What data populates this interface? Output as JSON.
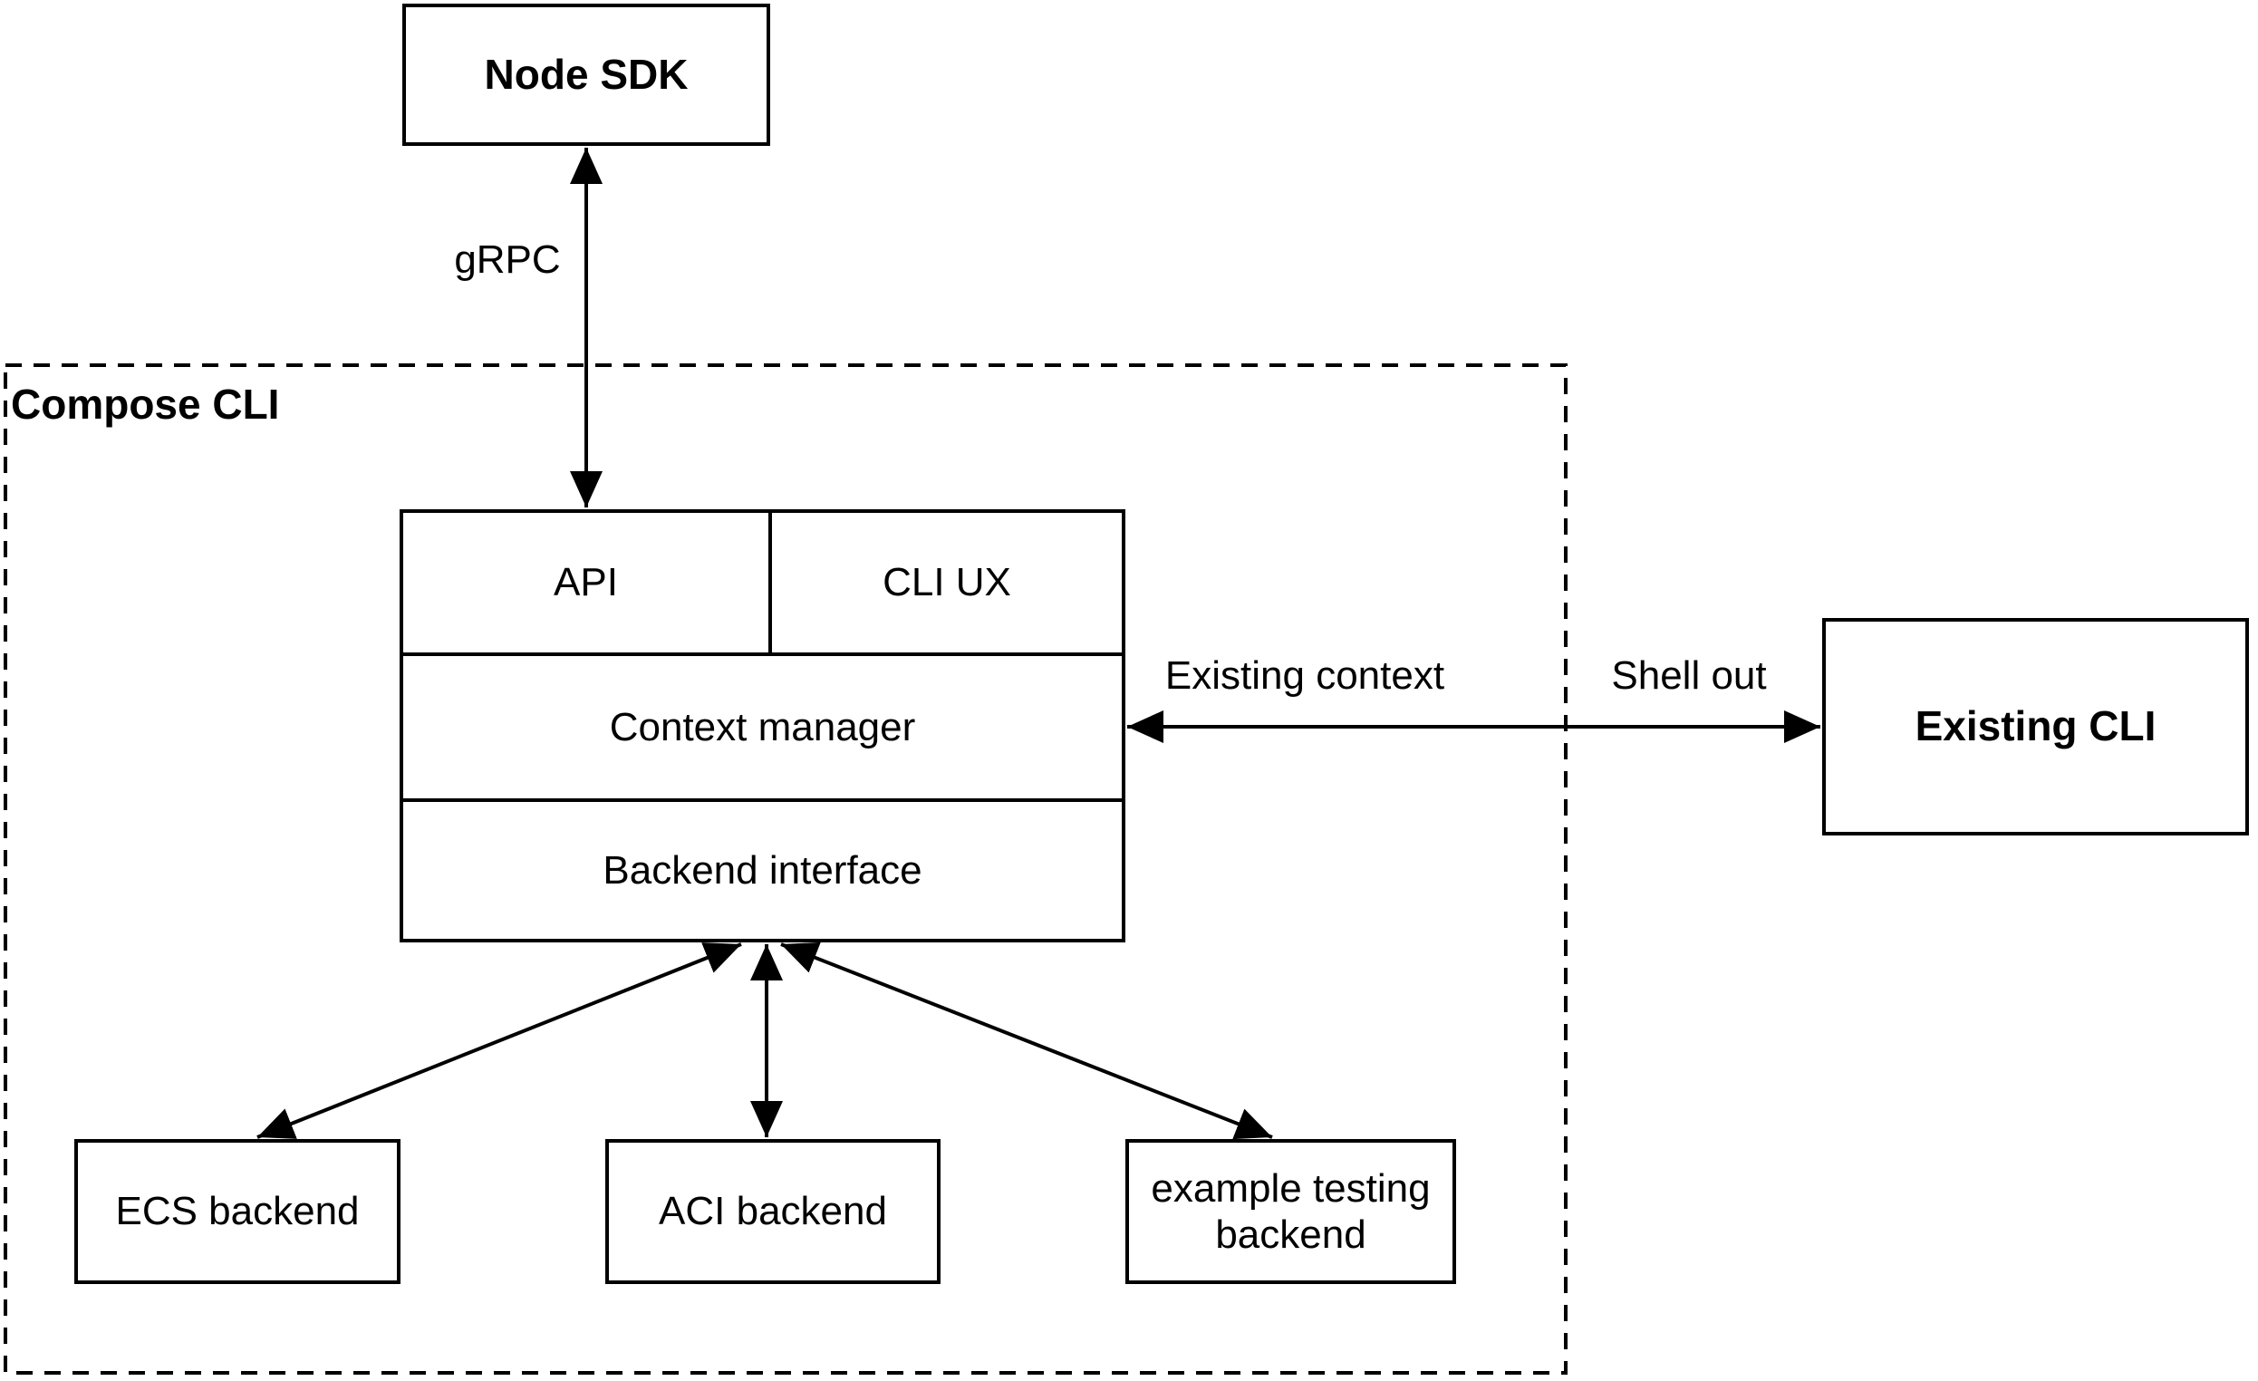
{
  "colors": {
    "background": "#ffffff",
    "stroke": "#000000",
    "text": "#000000"
  },
  "container": {
    "label": "Compose CLI",
    "style": "dashed-border"
  },
  "nodes": {
    "node_sdk": {
      "label": "Node SDK",
      "emphasis": "bold"
    },
    "api": {
      "label": "API"
    },
    "cli_ux": {
      "label": "CLI UX"
    },
    "context_manager": {
      "label": "Context manager"
    },
    "backend_interface": {
      "label": "Backend interface"
    },
    "existing_cli": {
      "label": "Existing CLI",
      "emphasis": "bold"
    },
    "ecs_backend": {
      "label": "ECS backend"
    },
    "aci_backend": {
      "label": "ACI backend"
    },
    "example_testing_backend": {
      "label": "example testing backend"
    }
  },
  "edges": [
    {
      "id": "grpc",
      "label": "gRPC",
      "from": "Node SDK",
      "to": "API",
      "bidirectional": true
    },
    {
      "id": "context-to-existing-cli",
      "labels": [
        "Existing context",
        "Shell out"
      ],
      "from": "Context manager",
      "to": "Existing CLI",
      "bidirectional": true
    },
    {
      "id": "backend-to-ecs",
      "from": "Backend interface",
      "to": "ECS backend",
      "bidirectional": true
    },
    {
      "id": "backend-to-aci",
      "from": "Backend interface",
      "to": "ACI backend",
      "bidirectional": true
    },
    {
      "id": "backend-to-example",
      "from": "Backend interface",
      "to": "example testing backend",
      "bidirectional": true
    }
  ]
}
